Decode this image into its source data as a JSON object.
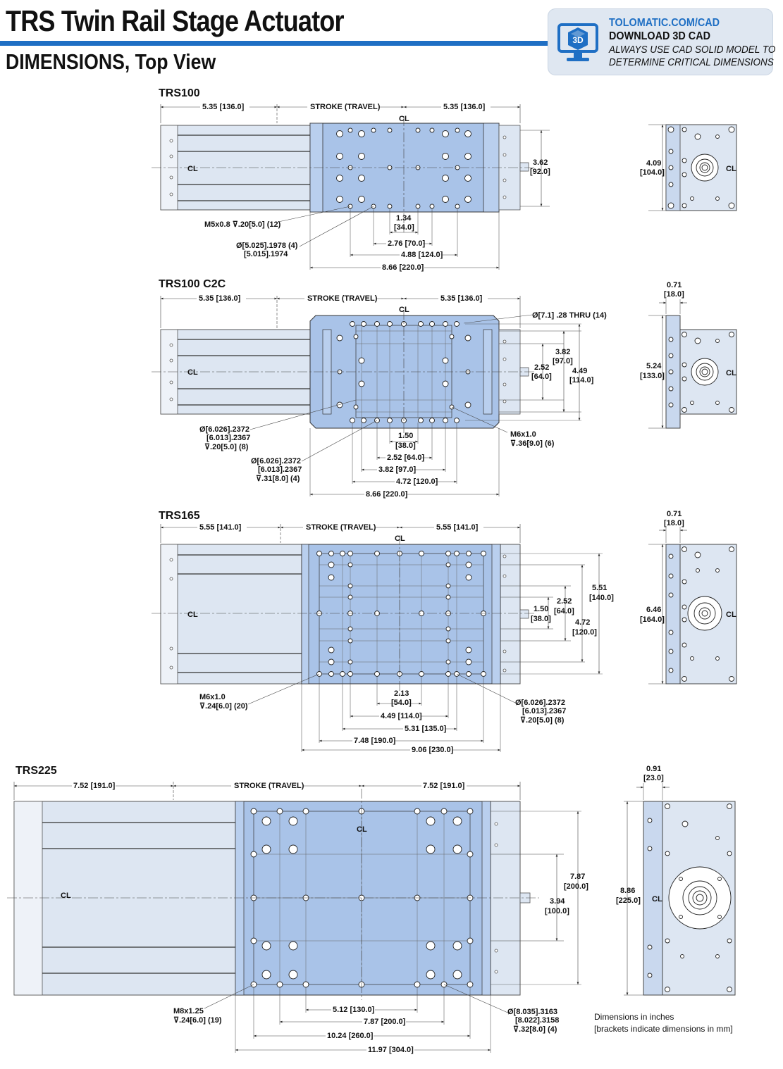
{
  "header": {
    "title": "TRS Twin Rail Stage Actuator",
    "subtitle": "DIMENSIONS, Top View"
  },
  "cad_box": {
    "link": "TOLOMATIC.COM/CAD",
    "action": "DOWNLOAD 3D CAD",
    "note1": "ALWAYS USE CAD SOLID MODEL TO",
    "note2": "DETERMINE CRITICAL DIMENSIONS",
    "icon": "monitor-3d-cube-icon",
    "icon_text": "3D"
  },
  "colors": {
    "accent": "#1f6fc4",
    "carriage": "#a9c3e8",
    "body": "#dde6f2",
    "cad_bg": "#dfe7f1"
  },
  "centerline": "CL",
  "sections": [
    {
      "label": "TRS100",
      "dims": {
        "left": "5.35 [136.0]",
        "stroke": "STROKE (TRAVEL)",
        "right": "5.35 [136.0]",
        "h1a": "3.62",
        "h1b": "[92.0]",
        "b1a": "1.34",
        "b1b": "[34.0]",
        "b2": "2.76 [70.0]",
        "b3": "4.88 [124.0]",
        "b4": "8.66 [220.0]",
        "side_a": "4.09",
        "side_b": "[104.0]"
      },
      "callouts": {
        "tap": "M5x0.8 ⊽.20[5.0] (12)",
        "dowel": "Ø[5.025].1978 (4)",
        "dowel2": "[5.015].1974"
      }
    },
    {
      "label": "TRS100 C2C",
      "dims": {
        "left": "5.35 [136.0]",
        "stroke": "STROKE (TRAVEL)",
        "right": "5.35 [136.0]",
        "h1a": "2.52",
        "h1b": "[64.0]",
        "h2a": "3.82",
        "h2b": "[97.0]",
        "h3a": "4.49",
        "h3b": "[114.0]",
        "b1a": "1.50",
        "b1b": "[38.0]",
        "b2": "2.52 [64.0]",
        "b3": "3.82 [97.0]",
        "b4": "4.72 [120.0]",
        "b5": "8.66 [220.0]",
        "top_a": "0.71",
        "top_b": "[18.0]",
        "side_a": "5.24",
        "side_b": "[133.0]"
      },
      "callouts": {
        "thru": "Ø[7.1] .28 THRU (14)",
        "d1a": "Ø[6.026].2372",
        "d1b": "[6.013].2367",
        "d1c": "⊽.20[5.0] (8)",
        "d2a": "Ø[6.026].2372",
        "d2b": "[6.013].2367",
        "d2c": "⊽.31[8.0] (4)",
        "tap_a": "M6x1.0",
        "tap_b": "⊽.36[9.0] (6)"
      }
    },
    {
      "label": "TRS165",
      "dims": {
        "left": "5.55 [141.0]",
        "stroke": "STROKE (TRAVEL)",
        "right": "5.55 [141.0]",
        "h1a": "1.50",
        "h1b": "[38.0]",
        "h2a": "2.52",
        "h2b": "[64.0]",
        "h3a": "4.72",
        "h3b": "[120.0]",
        "h4a": "5.51",
        "h4b": "[140.0]",
        "b1a": "2.13",
        "b1b": "[54.0]",
        "b2": "4.49 [114.0]",
        "b3": "5.31 [135.0]",
        "b4": "7.48 [190.0]",
        "b5": "9.06 [230.0]",
        "top_a": "0.71",
        "top_b": "[18.0]",
        "side_a": "6.46",
        "side_b": "[164.0]"
      },
      "callouts": {
        "tap_a": "M6x1.0",
        "tap_b": "⊽.24[6.0] (20)",
        "d1a": "Ø[6.026].2372",
        "d1b": "[6.013].2367",
        "d1c": "⊽.20[5.0] (8)"
      }
    },
    {
      "label": "TRS225",
      "dims": {
        "left": "7.52 [191.0]",
        "stroke": "STROKE (TRAVEL)",
        "right": "7.52 [191.0]",
        "h1a": "3.94",
        "h1b": "[100.0]",
        "h2a": "7.87",
        "h2b": "[200.0]",
        "b1": "5.12 [130.0]",
        "b2": "7.87 [200.0]",
        "b3": "10.24 [260.0]",
        "b4": "11.97 [304.0]",
        "top_a": "0.91",
        "top_b": "[23.0]",
        "side_a": "8.86",
        "side_b": "[225.0]"
      },
      "callouts": {
        "tap_a": "M8x1.25",
        "tap_b": "⊽.24[6.0] (19)",
        "d1a": "Ø[8.035].3163",
        "d1b": "[8.022].3158",
        "d1c": "⊽.32[8.0] (4)"
      }
    }
  ],
  "notes": {
    "line1": "Dimensions in inches",
    "line2": "[brackets indicate dimensions in mm]"
  }
}
